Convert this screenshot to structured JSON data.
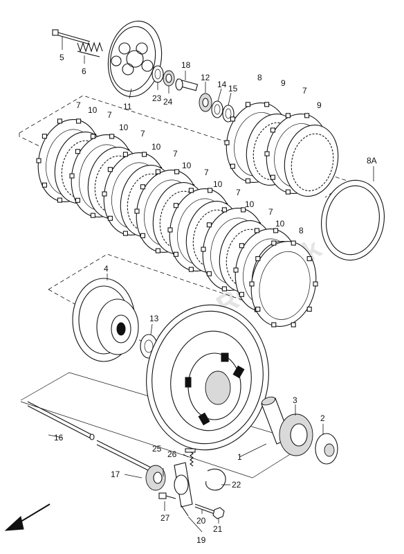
{
  "watermark": "PartsRepublik",
  "callouts": {
    "c1": "1",
    "c2": "2",
    "c3": "3",
    "c4": "4",
    "c5": "5",
    "c6": "6",
    "c7a": "7",
    "c7b": "7",
    "c7c": "7",
    "c7d": "7",
    "c7e": "7",
    "c7f": "7",
    "c7g": "7",
    "c7h": "7",
    "c8a": "8",
    "c8b": "8",
    "c8A": "8A",
    "c9a": "9",
    "c9b": "9",
    "c10a": "10",
    "c10b": "10",
    "c10c": "10",
    "c10d": "10",
    "c10e": "10",
    "c10f": "10",
    "c10g": "10",
    "c11": "11",
    "c12": "12",
    "c13": "13",
    "c14": "14",
    "c15": "15",
    "c16": "16",
    "c17": "17",
    "c18": "18",
    "c19": "19",
    "c20": "20",
    "c21": "21",
    "c22": "22",
    "c23": "23",
    "c24": "24",
    "c25": "25",
    "c26": "26",
    "c27": "27"
  },
  "icons": {
    "front_arrow": "arrow-down-left-icon"
  }
}
